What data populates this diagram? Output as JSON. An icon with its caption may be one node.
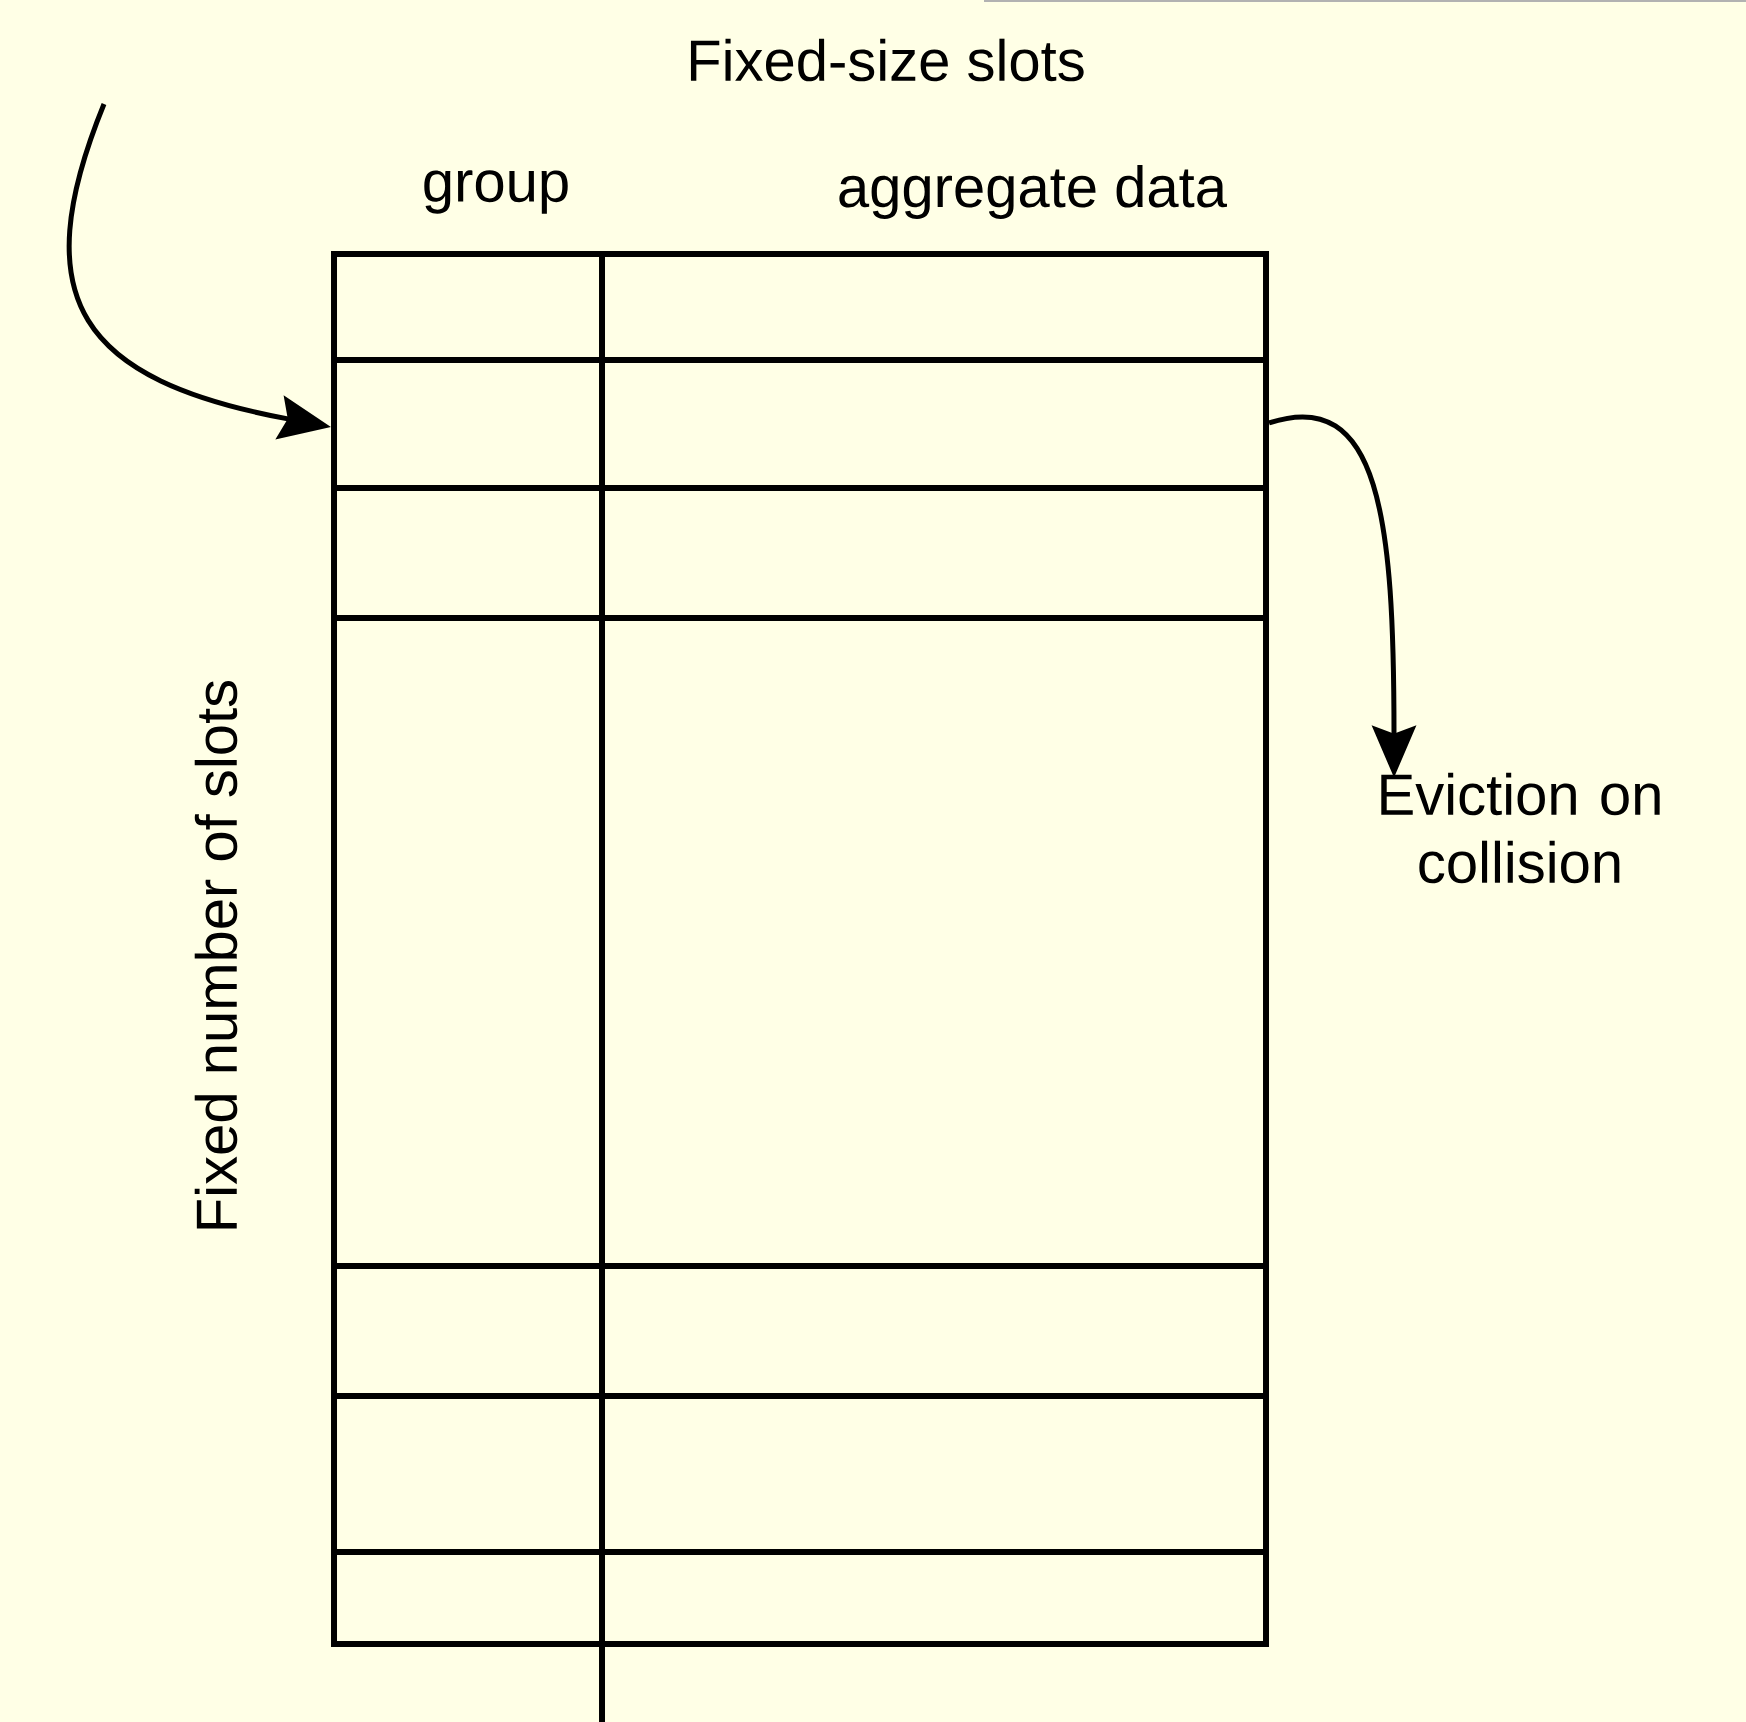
{
  "diagram": {
    "nodes": [
      {
        "text": [],
        "shape": "box"
      },
      {
        "text": [
          "Eviction on collision"
        ]
      }
    ],
    "edges": [
      {
        "from": null,
        "to": 0,
        "arrow": "to"
      },
      {
        "from": 0,
        "to": 1,
        "arrow": "to"
      }
    ],
    "labels": [
      "Fixed-size slots",
      "group",
      "aggregate data",
      "Fixed number of slots"
    ]
  }
}
